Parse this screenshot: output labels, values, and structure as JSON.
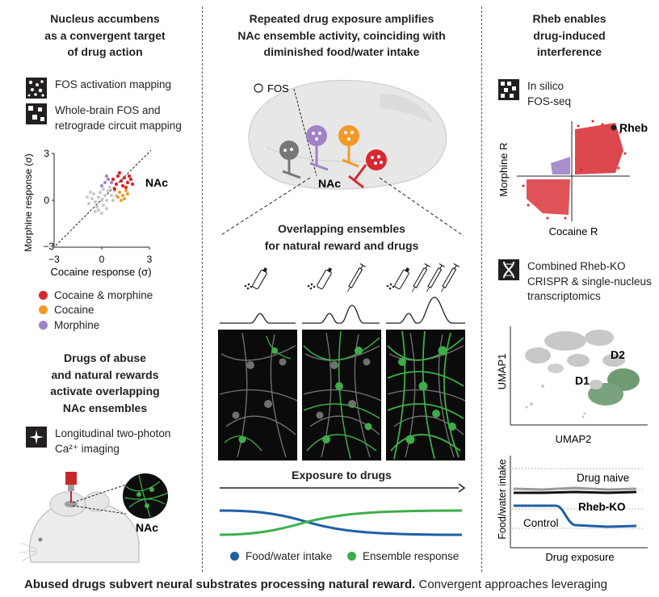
{
  "left": {
    "heading": [
      "Nucleus accumbens",
      "as a convergent target",
      "of drug action"
    ],
    "methods": [
      {
        "icon": "fos-mapping-icon",
        "lines": [
          "FOS activation mapping"
        ]
      },
      {
        "icon": "circuit-mapping-icon",
        "lines": [
          "Whole-brain FOS and",
          "retrograde circuit mapping"
        ]
      }
    ],
    "scatter": {
      "ylabel": "Morphine response (σ)",
      "xlabel": "Cocaine response (σ)",
      "xticks": [
        "−3",
        "0",
        "3"
      ],
      "yticks": [
        "3",
        "0",
        "−3"
      ],
      "label": "NAc"
    },
    "legend": [
      {
        "label": "Cocaine & morphine",
        "color": "#d7282f"
      },
      {
        "label": "Cocaine",
        "color": "#f39a26"
      },
      {
        "label": "Morphine",
        "color": "#a082c6"
      }
    ],
    "heading2": [
      "Drugs of abuse",
      "and natural rewards",
      "activate overlapping",
      "NAc ensembles"
    ],
    "method3": {
      "icon": "two-photon-icon",
      "lines": [
        "Longitudinal two-photon",
        "Ca²⁺ imaging"
      ]
    },
    "mouse_label": "NAc"
  },
  "middle": {
    "heading": [
      "Repeated drug exposure amplifies",
      "NAc ensemble activity, coinciding with",
      "diminished food/water intake"
    ],
    "fos_label": "FOS",
    "nac_label": "NAc",
    "subheading": [
      "Overlapping ensembles",
      "for natural reward and drugs"
    ],
    "exposure_label": "Exposure to drugs",
    "legend": [
      {
        "label": "Food/water intake",
        "color": "#1f5fa6"
      },
      {
        "label": "Ensemble response",
        "color": "#3dae49"
      }
    ]
  },
  "right": {
    "heading": [
      "Rheb enables",
      "drug-induced",
      "interference"
    ],
    "method1": {
      "icon": "fos-seq-icon",
      "lines": [
        "In silico",
        "FOS-seq"
      ]
    },
    "scatter": {
      "ylabel": "Morphine R",
      "xlabel": "Cocaine R",
      "label": "Rheb"
    },
    "method2": {
      "icon": "crispr-icon",
      "lines": [
        "Combined Rheb-KO",
        "CRISPR & single-nucleus",
        "transcriptomics"
      ]
    },
    "umap": {
      "ylabel": "UMAP1",
      "xlabel": "UMAP2",
      "labels": [
        "D2",
        "D1"
      ]
    },
    "intake": {
      "ylabel": "Food/water intake",
      "xlabel": "Drug exposure",
      "labels": [
        "Drug naive",
        "Rheb-KO",
        "Control"
      ]
    }
  },
  "caption": {
    "bold": "Abused drugs subvert neural substrates processing natural reward.",
    "rest": "Convergent approaches leveraging"
  },
  "colors": {
    "red": "#d7282f",
    "orange": "#f39a26",
    "purple": "#a082c6",
    "blue": "#1f5fa6",
    "green": "#3dae49",
    "gray": "#8a8a8a"
  }
}
